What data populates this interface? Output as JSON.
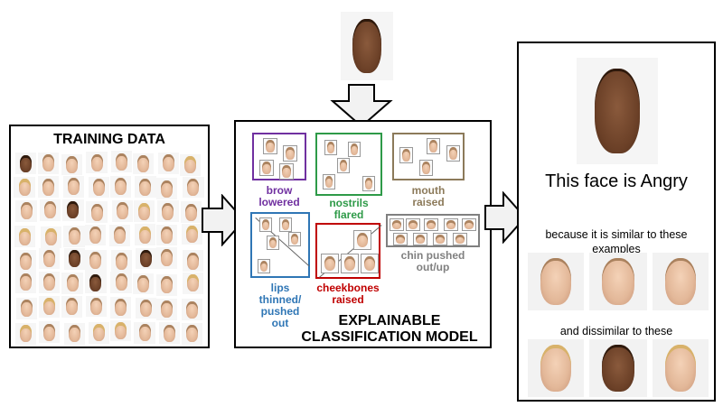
{
  "training": {
    "title": "TRAINING DATA"
  },
  "model": {
    "title_line1": "EXPLAINABLE",
    "title_line2": "CLASSIFICATION MODEL"
  },
  "clusters": {
    "brow": {
      "line1": "brow",
      "line2": "lowered",
      "color": "#7030a0"
    },
    "nostrils": {
      "line1": "nostrils",
      "line2": "flared",
      "color": "#2e9a48"
    },
    "mouth": {
      "line1": "mouth",
      "line2": "raised",
      "color": "#8c7a5a"
    },
    "lips": {
      "line1": "lips",
      "line2": "thinned/",
      "line3": "pushed",
      "line4": "out",
      "color": "#2f76b5"
    },
    "cheekbones": {
      "line1": "cheekbones",
      "line2": "raised",
      "color": "#c00000"
    },
    "chin": {
      "line1": "chin pushed",
      "line2": "out/up",
      "color": "#808080"
    }
  },
  "result": {
    "verdict": "This face is Angry",
    "similar_text": "because it is similar to these examples",
    "dissimilar_text": "and dissimilar to these"
  },
  "colors": {
    "arrow_fill": "#f2f2f2",
    "border": "#000000"
  }
}
